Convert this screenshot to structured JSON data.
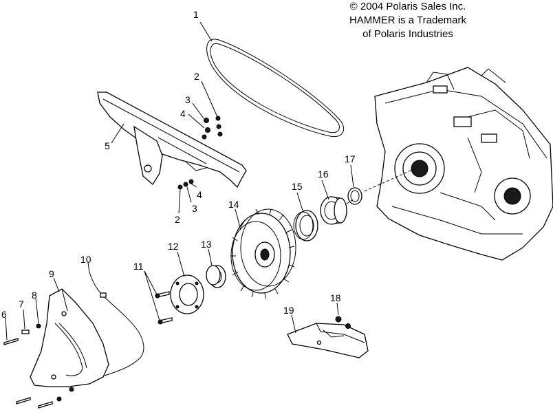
{
  "notice": {
    "line1": "© 2004 Polaris Sales Inc.",
    "line2": "HAMMER is a Trademark",
    "line3": "of Polaris Industries"
  },
  "callouts": [
    {
      "id": "c1",
      "label": "1"
    },
    {
      "id": "c2a",
      "label": "2"
    },
    {
      "id": "c3a",
      "label": "3"
    },
    {
      "id": "c4a",
      "label": "4"
    },
    {
      "id": "c5",
      "label": "5"
    },
    {
      "id": "c4b",
      "label": "4"
    },
    {
      "id": "c3b",
      "label": "3"
    },
    {
      "id": "c2b",
      "label": "2"
    },
    {
      "id": "c14",
      "label": "14"
    },
    {
      "id": "c15",
      "label": "15"
    },
    {
      "id": "c16",
      "label": "16"
    },
    {
      "id": "c17",
      "label": "17"
    },
    {
      "id": "c10",
      "label": "10"
    },
    {
      "id": "c12",
      "label": "12"
    },
    {
      "id": "c13",
      "label": "13"
    },
    {
      "id": "c11",
      "label": "11"
    },
    {
      "id": "c9",
      "label": "9"
    },
    {
      "id": "c8",
      "label": "8"
    },
    {
      "id": "c7",
      "label": "7"
    },
    {
      "id": "c6",
      "label": "6"
    },
    {
      "id": "c18",
      "label": "18"
    },
    {
      "id": "c19",
      "label": "19"
    }
  ]
}
